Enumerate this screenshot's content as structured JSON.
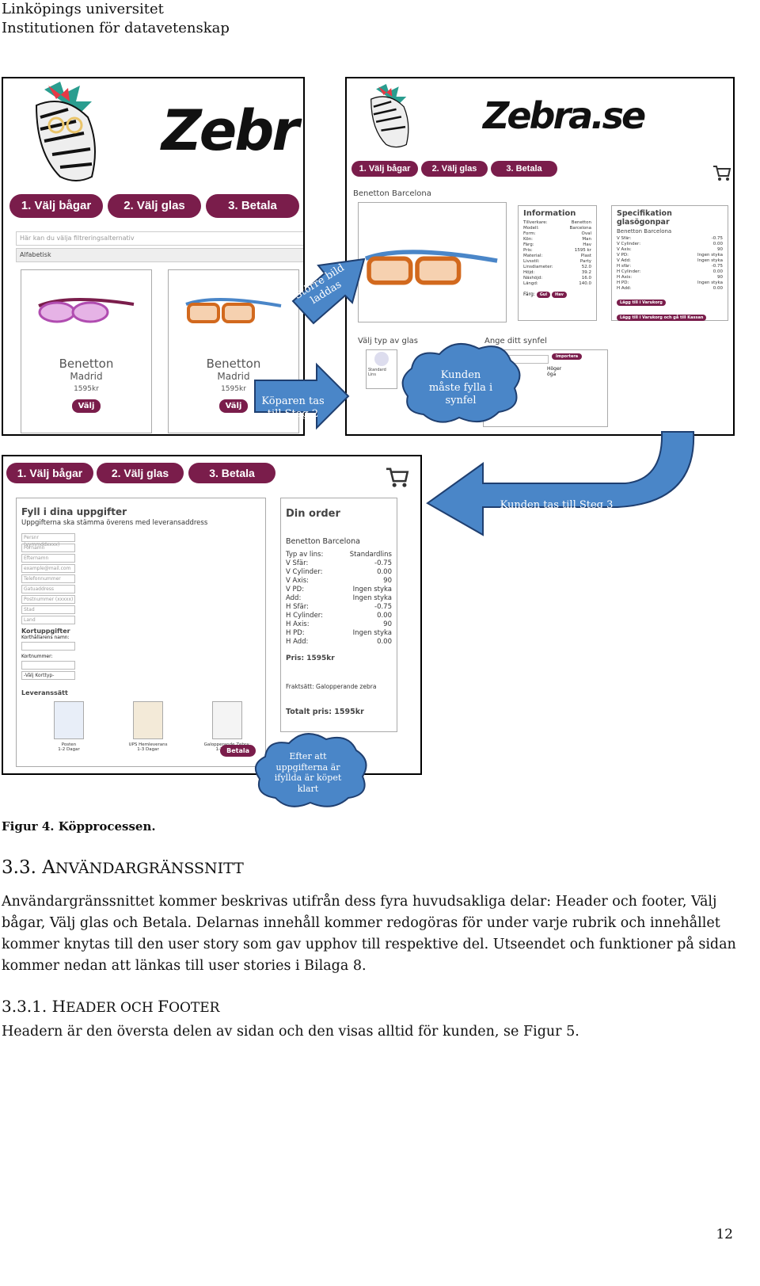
{
  "header": {
    "line1": "Linköpings universitet",
    "line2": "Institutionen för datavetenskap"
  },
  "mockup": {
    "logo_left": "Zebr",
    "logo_right": "Zebra.se",
    "steps": [
      "1. Välj bågar",
      "2. Välj glas",
      "3. Betala"
    ],
    "filter_placeholder": "Här kan du välja filtreringsalternativ",
    "sort_value": "Alfabetisk",
    "products": [
      {
        "brand": "Benetton",
        "model": "Madrid",
        "price": "1595kr",
        "button": "Välj"
      },
      {
        "brand": "Benetton",
        "model": "Madrid",
        "price": "1595kr",
        "button": "Välj"
      }
    ],
    "product_title": "Benetton Barcelona",
    "info_title": "Information",
    "info_rows": [
      [
        "Tillverkare:",
        "Benetton"
      ],
      [
        "Modell:",
        "Barcelona"
      ],
      [
        "Form:",
        "Oval"
      ],
      [
        "Kön:",
        "Man"
      ],
      [
        "Färg:",
        "Hav"
      ],
      [
        "Pris:",
        "1595 kr"
      ],
      [
        "Material:",
        "Plast"
      ],
      [
        "Livsstil:",
        "Party"
      ],
      [
        "Linsdiameter:",
        "52.0"
      ],
      [
        "Höjd:",
        "39.2"
      ],
      [
        "Näshöjd:",
        "16.0"
      ],
      [
        "Längd:",
        "140.0"
      ]
    ],
    "color_label": "Färg:",
    "color_buttons": [
      "Gul",
      "Hav"
    ],
    "spec_title": "Specifikation glasögonpar",
    "spec_sub": "Benetton Barcelona",
    "spec_rows": [
      [
        "V Sfär:",
        "-0.75"
      ],
      [
        "V Cylinder:",
        "0.00"
      ],
      [
        "V Axis:",
        "90"
      ],
      [
        "V PD:",
        "Ingen styka"
      ],
      [
        "V Add:",
        "Ingen styka"
      ],
      [
        "H sfär:",
        "-0.75"
      ],
      [
        "H Cylinder:",
        "0.00"
      ],
      [
        "H Axis:",
        "90"
      ],
      [
        "H PD:",
        "Ingen styka"
      ],
      [
        "H Add:",
        "0.00"
      ]
    ],
    "spec_btn1": "Lägg till i Varukorg",
    "spec_btn2": "Lägg till i Varukorg och gå till Kassan",
    "glass_title": "Välj typ av glas",
    "glass_option": "Standard Lins",
    "vision_title": "Ange ditt synfel",
    "import_btn": "Importera",
    "right_eye": "Höger öga",
    "form_title": "Fyll i dina uppgifter",
    "form_sub": "Uppgifterna ska stämma överens med leveransaddress",
    "form_fields": [
      "Persnr (yymmddxxxx)",
      "Förnamn",
      "Efternamn",
      "example@mail.com",
      "Telefonnummer",
      "Gatuaddress",
      "Postnummer (xxxxx)",
      "Stad",
      "Land"
    ],
    "card_title": "Kortuppgifter",
    "card_holder": "Korthållarens namn:",
    "card_number": "Kortnummer:",
    "card_type": "-Välj Korttyp-",
    "delivery_title": "Leveranssätt",
    "delivery": [
      {
        "name": "Posten",
        "detail": "1-2 Dagar"
      },
      {
        "name": "UPS Hemleverans",
        "detail": "1-3 Dagar"
      },
      {
        "name": "Galopperande Zebra:",
        "detail": "1-2 Veckor"
      }
    ],
    "pay_btn": "Betala",
    "order_title": "Din order",
    "order_product": "Benetton Barcelona",
    "order_rows": [
      [
        "Typ av lins:",
        "Standardlins"
      ],
      [
        "V Sfär:",
        "-0.75"
      ],
      [
        "V Cylinder:",
        "0.00"
      ],
      [
        "V Axis:",
        "90"
      ],
      [
        "V PD:",
        "Ingen styka"
      ],
      [
        "Add:",
        "Ingen styka"
      ],
      [
        "H Sfär:",
        "-0.75"
      ],
      [
        "H Cylinder:",
        "0.00"
      ],
      [
        "H Axis:",
        "90"
      ],
      [
        "H PD:",
        "Ingen styka"
      ],
      [
        "H Add:",
        "0.00"
      ]
    ],
    "order_price": "Pris: 1595kr",
    "order_shipping": "Fraktsätt: Galopperande zebra",
    "order_total": "Totalt pris: 1595kr"
  },
  "annotations": {
    "bigger_image": "Större bild laddas",
    "to_step2": "Köparen tas till Steg 2",
    "must_fill": "Kunden måste fylla i synfel",
    "to_step3": "Kunden tas till Steg 3",
    "done": "Efter att uppgifterna är ifyllda är köpet klart"
  },
  "caption": "Figur 4.  Köpprocessen.",
  "section": {
    "number": "3.3.",
    "title_first": "A",
    "title_rest": "NVÄNDARGRÄNSSNITT"
  },
  "paragraph": "Användargränssnittet kommer beskrivas utifrån dess fyra huvudsakliga delar: Header och footer, Välj bågar, Välj glas och Betala. Delarnas innehåll kommer redogöras för under varje rubrik och innehållet kommer knytas till den user story som gav upphov till respektive del. Utseendet och funktioner på sidan kommer nedan att länkas till user stories i Bilaga 8.",
  "subsection": {
    "number": "3.3.1.",
    "w1_first": "H",
    "w1_rest": "EADER OCH ",
    "w2_first": "F",
    "w2_rest": "OOTER"
  },
  "subparagraph": "Headern är den översta delen av sidan och den visas alltid för kunden, se Figur 5.",
  "page_number": "12",
  "colors": {
    "accent": "#7a1d4b",
    "arrow": "#4a86c8"
  }
}
